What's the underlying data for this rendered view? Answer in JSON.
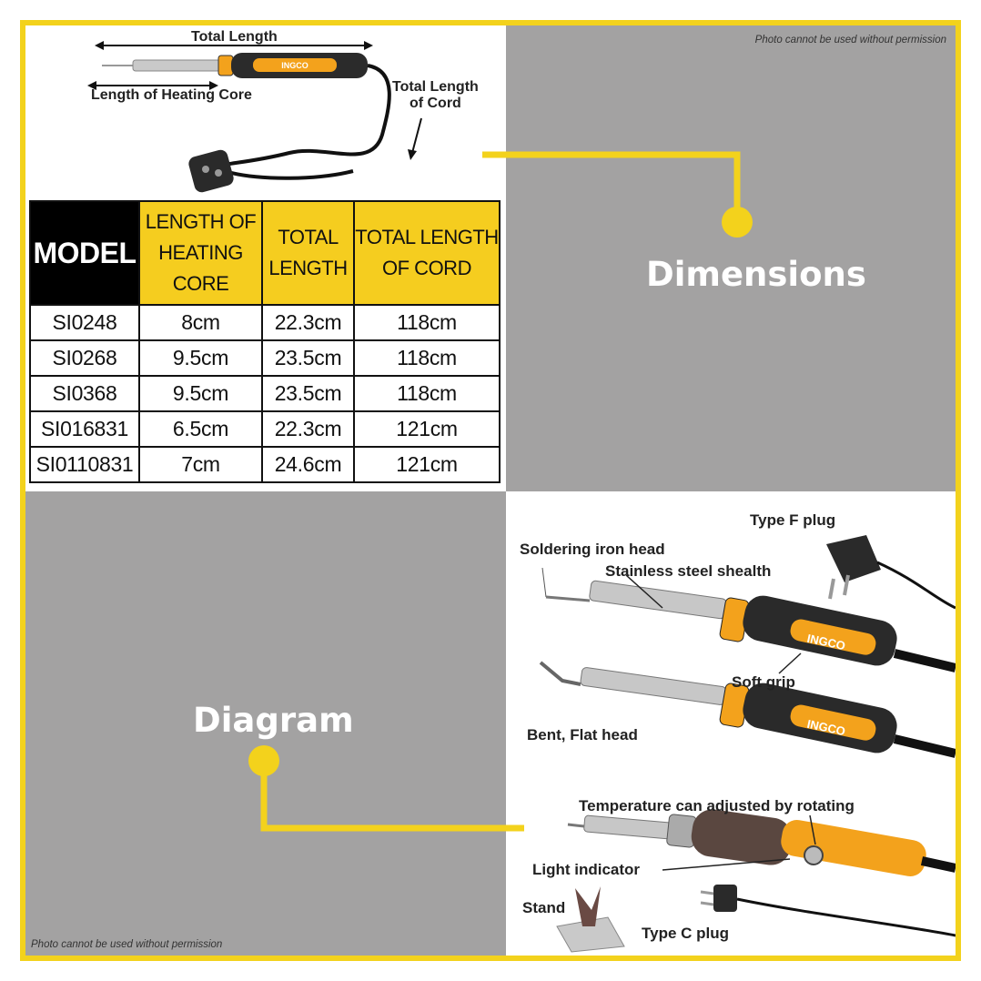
{
  "permission_notice": "Photo cannot be used without permission",
  "sections": {
    "dimensions_label": "Dimensions",
    "diagram_label": "Diagram"
  },
  "dimension_callouts": {
    "total_length": "Total Length",
    "heating_core": "Length of Heating Core",
    "cord_line1": "Total Length",
    "cord_line2": "of Cord"
  },
  "brand": "INGCO",
  "table": {
    "headers": {
      "model": "MODEL",
      "heating_core_l1": "LENGTH OF",
      "heating_core_l2": "HEATING",
      "heating_core_l3": "CORE",
      "total_length_l1": "TOTAL",
      "total_length_l2": "LENGTH",
      "cord_l1": "TOTAL LENGTH",
      "cord_l2": "OF CORD"
    },
    "rows": [
      {
        "model": "SI0248",
        "core": "8cm",
        "total": "22.3cm",
        "cord": "118cm"
      },
      {
        "model": "SI0268",
        "core": "9.5cm",
        "total": "23.5cm",
        "cord": "118cm"
      },
      {
        "model": "SI0368",
        "core": "9.5cm",
        "total": "23.5cm",
        "cord": "118cm"
      },
      {
        "model": "SI016831",
        "core": "6.5cm",
        "total": "22.3cm",
        "cord": "121cm"
      },
      {
        "model": "SI0110831",
        "core": "7cm",
        "total": "24.6cm",
        "cord": "121cm"
      }
    ]
  },
  "diagram_callouts": {
    "type_f_plug": "Type F plug",
    "iron_head": "Soldering iron head",
    "sheath": "Stainless steel shealth",
    "soft_grip": "Soft grip",
    "bent_head": "Bent, Flat head",
    "temperature": "Temperature can adjusted by rotating",
    "light": "Light indicator",
    "stand": "Stand",
    "type_c_plug": "Type C plug"
  },
  "colors": {
    "accent_yellow": "#f3d21c",
    "gray_panel": "#a3a2a2",
    "handle_orange": "#f3a21c"
  }
}
